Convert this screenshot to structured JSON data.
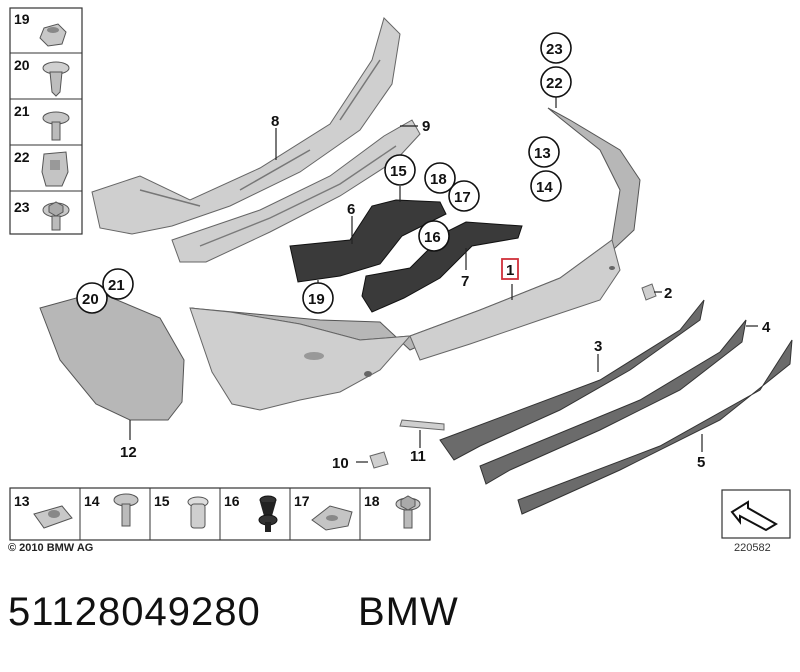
{
  "diagram": {
    "left_column_parts": [
      "19",
      "20",
      "21",
      "22",
      "23"
    ],
    "bottom_row_parts": [
      "13",
      "14",
      "15",
      "16",
      "17",
      "18"
    ],
    "callouts": {
      "p1": "1",
      "p2": "2",
      "p3": "3",
      "p4": "4",
      "p5": "5",
      "p6": "6",
      "p7": "7",
      "p8": "8",
      "p9": "9",
      "p10": "10",
      "p11": "11",
      "p12": "12",
      "p13": "13",
      "p14": "14",
      "p15": "15",
      "p16": "16",
      "p17": "17",
      "p18": "18",
      "p19": "19",
      "p20": "20",
      "p21": "21",
      "p22": "22",
      "p23": "23"
    },
    "highlight_color": "#d0303a"
  },
  "footer": {
    "copyright": "© 2010 BMW AG",
    "diagram_id": "220582",
    "part_number": "51128049280",
    "brand": "BMW"
  }
}
